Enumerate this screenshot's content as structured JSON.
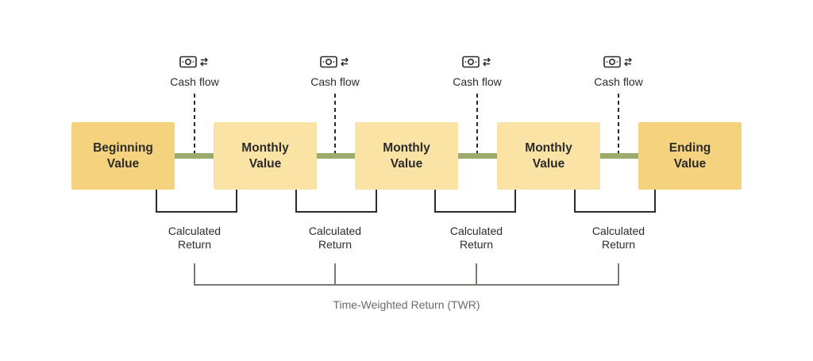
{
  "diagram": {
    "boxes": [
      {
        "label": "Beginning\nValue",
        "style": "primary"
      },
      {
        "label": "Monthly\nValue",
        "style": "secondary"
      },
      {
        "label": "Monthly\nValue",
        "style": "secondary"
      },
      {
        "label": "Monthly\nValue",
        "style": "secondary"
      },
      {
        "label": "Ending\nValue",
        "style": "primary"
      }
    ],
    "cash_flows": [
      {
        "label": "Cash flow",
        "icon": "money-transfer-icon"
      },
      {
        "label": "Cash flow",
        "icon": "money-transfer-icon"
      },
      {
        "label": "Cash flow",
        "icon": "money-transfer-icon"
      },
      {
        "label": "Cash flow",
        "icon": "money-transfer-icon"
      }
    ],
    "calculated_returns": [
      {
        "label": "Calculated\nReturn"
      },
      {
        "label": "Calculated\nReturn"
      },
      {
        "label": "Calculated\nReturn"
      },
      {
        "label": "Calculated\nReturn"
      }
    ],
    "total_label": "Time-Weighted Return (TWR)",
    "colors": {
      "primary_box": "#f5d37e",
      "secondary_box": "#fae3a4",
      "connector": "#9aab6b",
      "lines": "#2b2b2b",
      "total_bracket": "#7a7a72"
    }
  }
}
